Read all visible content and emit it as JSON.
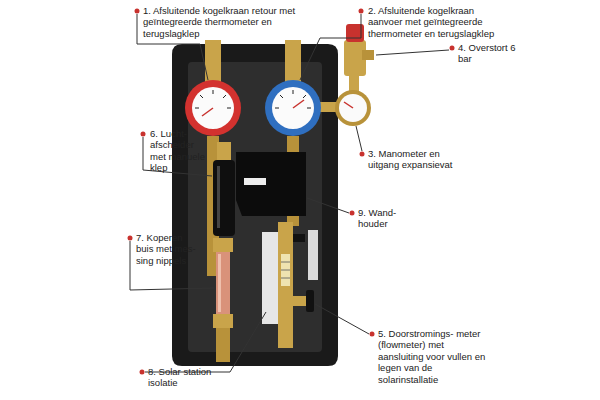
{
  "diagram": {
    "labels": [
      "1. Afsluitende kogelkraan retour met geïntegreerde thermometer en terugslagklep",
      "2. Afsluitende kogelkraan aanvoer met geïntegreerde thermometer en terugslagklep",
      "4. Overstort 6 bar",
      "3. Manometer en uitgang expansievat",
      "6. Lucht- afscheider met manuele klep",
      "7. Koperen buis met mes- sing nippels",
      "9. Wand- houder",
      "8. Solar station isolatie",
      "5. Doorstromings- meter (flowmeter) met aansluiting voor vullen en legen van de solarinstallatie"
    ]
  }
}
